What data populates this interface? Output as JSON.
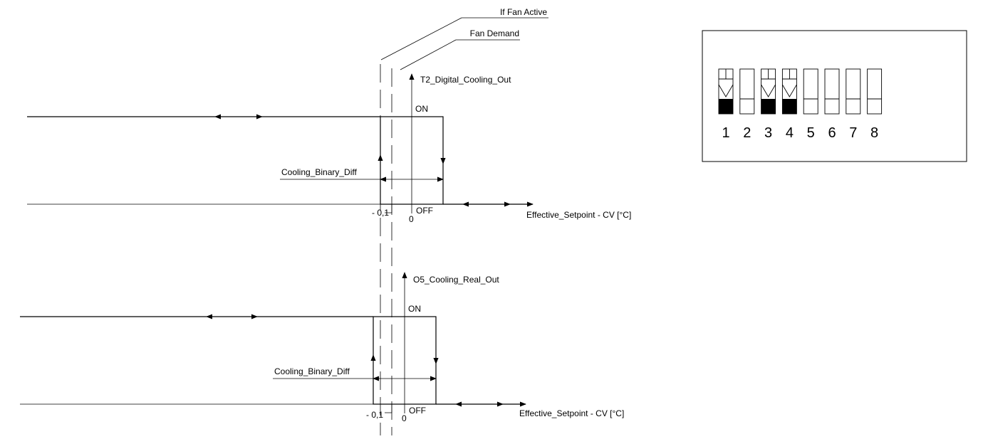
{
  "annotations": {
    "if_fan_active": "If Fan Active",
    "fan_demand": "Fan Demand"
  },
  "upper": {
    "output_label": "T2_Digital_Cooling_Out",
    "on_label": "ON",
    "off_label": "OFF",
    "diff_label": "Cooling_Binary_Diff",
    "minus_label": "- 0,1",
    "zero_label": "0",
    "axis_label": "Effective_Setpoint - CV [°C]"
  },
  "lower": {
    "output_label": "O5_Cooling_Real_Out",
    "on_label": "ON",
    "off_label": "OFF",
    "diff_label": "Cooling_Binary_Diff",
    "minus_label": "- 0,1",
    "zero_label": "0",
    "axis_label": "Effective_Setpoint - CV [°C]"
  },
  "dip_switch": {
    "numbers": [
      "1",
      "2",
      "3",
      "4",
      "5",
      "6",
      "7",
      "8"
    ],
    "states": [
      "on",
      "off",
      "on",
      "on",
      "off",
      "off",
      "off",
      "off"
    ]
  }
}
